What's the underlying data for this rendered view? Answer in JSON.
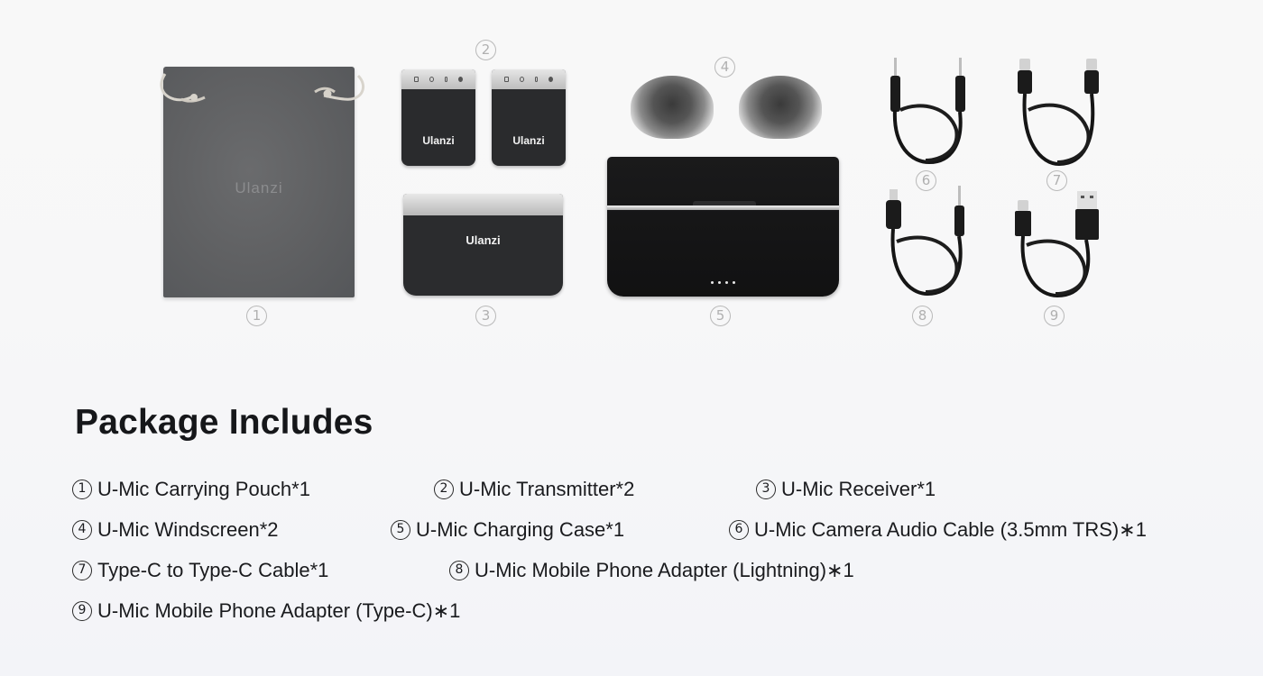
{
  "products": {
    "pouch": {
      "number": "1",
      "logo": "Ulanzi"
    },
    "transmitters": {
      "number": "2",
      "logo": "Ulanzi",
      "count": 2
    },
    "receiver": {
      "number": "3",
      "logo": "Ulanzi"
    },
    "windscreens": {
      "number": "4",
      "count": 2
    },
    "charging_case": {
      "number": "5",
      "indicator_dots": 4
    },
    "camera_audio_cable": {
      "number": "6"
    },
    "type_c_cable": {
      "number": "7"
    },
    "lightning_adapter": {
      "number": "8"
    },
    "type_c_adapter": {
      "number": "9"
    }
  },
  "package": {
    "title": "Package Includes",
    "items": [
      {
        "mark": "1",
        "label": "U-Mic Carrying Pouch*1"
      },
      {
        "mark": "2",
        "label": "U-Mic Transmitter*2"
      },
      {
        "mark": "3",
        "label": "U-Mic Receiver*1"
      },
      {
        "mark": "4",
        "label": "U-Mic Windscreen*2"
      },
      {
        "mark": "5",
        "label": "U-Mic Charging Case*1"
      },
      {
        "mark": "6",
        "label": "U-Mic Camera Audio Cable (3.5mm TRS)∗1"
      },
      {
        "mark": "7",
        "label": "Type-C to Type-C Cable*1"
      },
      {
        "mark": "8",
        "label": "U-Mic Mobile Phone Adapter (Lightning)∗1"
      },
      {
        "mark": "9",
        "label": "U-Mic Mobile Phone Adapter (Type-C)∗1"
      }
    ]
  },
  "colors": {
    "background_top": "#f8f8f8",
    "background_bottom": "#f3f4f8",
    "text": "#16171a",
    "number_badge": "#b9b9b9",
    "pouch": "#5f6062",
    "device_black": "#2a2b2d",
    "silver": "#d0d0d0"
  }
}
